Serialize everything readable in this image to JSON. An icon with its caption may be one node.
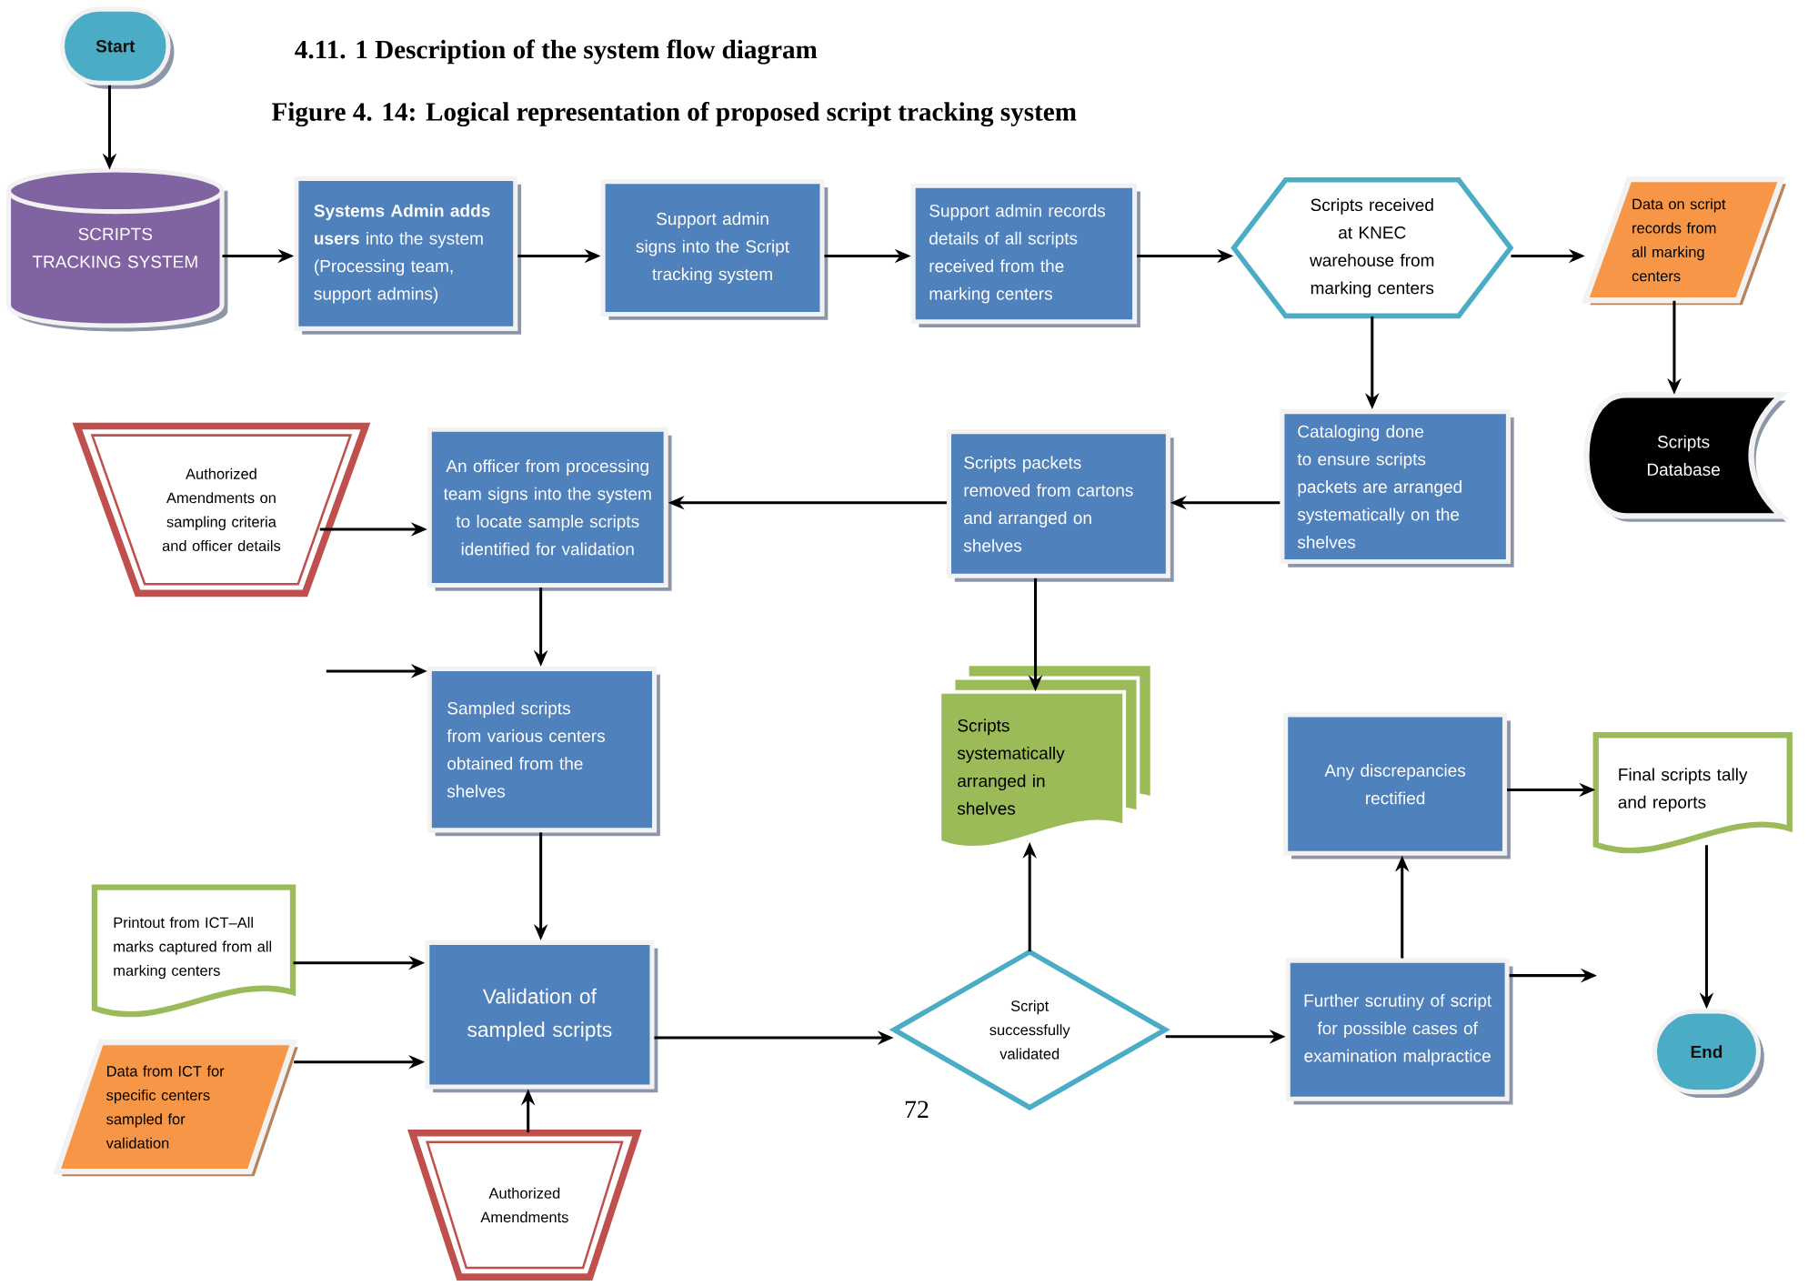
{
  "diagram": {
    "title": "4.11. 1 Description of the system flow diagram",
    "caption": "Figure 4. 14: Logical representation of proposed script tracking system",
    "nodes": [
      {
        "text": [
          "Start"
        ]
      },
      {
        "text": [
          "SCRIPTS TRACKING SYSTEM"
        ]
      },
      {
        "text": [
          "**Systems Admin adds users** into the system (Processing team, support admins)"
        ]
      },
      {
        "text": [
          "Support admin signs into the Script tracking system"
        ]
      },
      {
        "text": [
          "Support admin records details of all scripts received from the marking centers"
        ]
      },
      {
        "text": [
          "Scripts received at KNEC warehouse from marking centers"
        ]
      },
      {
        "text": [
          "Data on script records from all marking centers"
        ]
      },
      {
        "text": [
          "Scripts Database"
        ]
      },
      {
        "text": [
          "Cataloging done to ensure scripts packets are arranged systematically on the shelves"
        ]
      },
      {
        "text": [
          "Scripts packets removed from cartons and arranged on shelves"
        ]
      },
      {
        "text": [
          "An officer from processing team signs into the system to locate sample scripts identified for validation"
        ]
      },
      {
        "text": [
          "Authorized Amendments on sampling criteria and officer details"
        ]
      },
      {
        "text": [
          "Sampled scripts from various centers obtained from the shelves"
        ]
      },
      {
        "text": [
          "Scripts systematically arranged in shelves"
        ]
      },
      {
        "text": [
          "Any discrepancies rectified"
        ]
      },
      {
        "text": [
          "Final scripts tally and reports"
        ]
      },
      {
        "text": [
          "Printout from ICT–All marks captured from all marking centers"
        ]
      },
      {
        "text": [
          "Validation of sampled scripts"
        ]
      },
      {
        "text": [
          "Script successfully validated"
        ]
      },
      {
        "text": [
          "Further scrutiny of script for possible cases of examination malpractice"
        ]
      },
      {
        "text": [
          "Data from ICT for specific centers sampled for validation"
        ]
      },
      {
        "text": [
          "End"
        ]
      },
      {
        "text": [
          "Authorized Amendments"
        ]
      }
    ],
    "edges": [
      {
        "from": 0,
        "to": 1,
        "arrow": "to"
      },
      {
        "from": 1,
        "to": 2,
        "arrow": "to"
      },
      {
        "from": 2,
        "to": 3,
        "arrow": "to"
      },
      {
        "from": 3,
        "to": 4,
        "arrow": "to"
      },
      {
        "from": 4,
        "to": 5,
        "arrow": "to"
      },
      {
        "from": 5,
        "to": 6,
        "arrow": "to"
      },
      {
        "from": 6,
        "to": 7,
        "arrow": "to"
      },
      {
        "from": 5,
        "to": 8,
        "arrow": "to"
      },
      {
        "from": 8,
        "to": 9,
        "arrow": "to"
      },
      {
        "from": 9,
        "to": 10,
        "arrow": "to"
      },
      {
        "from": 11,
        "to": 10,
        "arrow": "to"
      },
      {
        "from": null,
        "to": 12,
        "arrow": "to"
      },
      {
        "from": 10,
        "to": 12,
        "arrow": "to"
      },
      {
        "from": 9,
        "to": 13,
        "arrow": "to"
      },
      {
        "from": 12,
        "to": 17,
        "arrow": "to"
      },
      {
        "from": 16,
        "to": 17,
        "arrow": "to"
      },
      {
        "from": 20,
        "to": 17,
        "arrow": "to"
      },
      {
        "from": 22,
        "to": 17,
        "arrow": "to"
      },
      {
        "from": 17,
        "to": 18,
        "arrow": "to"
      },
      {
        "from": 18,
        "to": 13,
        "arrow": "to"
      },
      {
        "from": 18,
        "to": 19,
        "arrow": "to"
      },
      {
        "from": 19,
        "to": 14,
        "arrow": "to"
      },
      {
        "from": 14,
        "to": 15,
        "arrow": "to"
      },
      {
        "from": 15,
        "to": 21,
        "arrow": "to"
      },
      {
        "from": 19,
        "to": null,
        "arrow": "to"
      }
    ],
    "labels": [
      "72"
    ]
  }
}
